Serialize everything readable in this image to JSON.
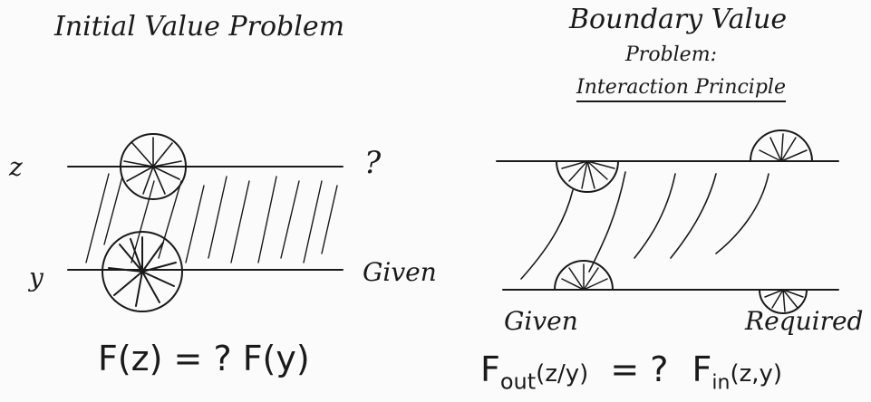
{
  "left_panel": {
    "title": "Initial Value Problem",
    "label_z": "z",
    "label_y": "y",
    "label_question": "?",
    "label_given": "Given",
    "equation": "F(z) = ? F(y)"
  },
  "right_panel": {
    "title_line1": "Boundary Value",
    "title_line2": "Problem:",
    "title_line3": "Interaction Principle",
    "label_given": "Given",
    "label_required": "Required",
    "equation_lhs": "F",
    "equation_lhs_sub": "out",
    "equation_lhs_args": "(z/y)",
    "equation_mid": "= ?",
    "equation_rhs": "F",
    "equation_rhs_sub": "in",
    "equation_rhs_args": "(z,y)"
  },
  "colors": {
    "ink": "#1a1a1a",
    "paper": "#fbfbfb"
  }
}
